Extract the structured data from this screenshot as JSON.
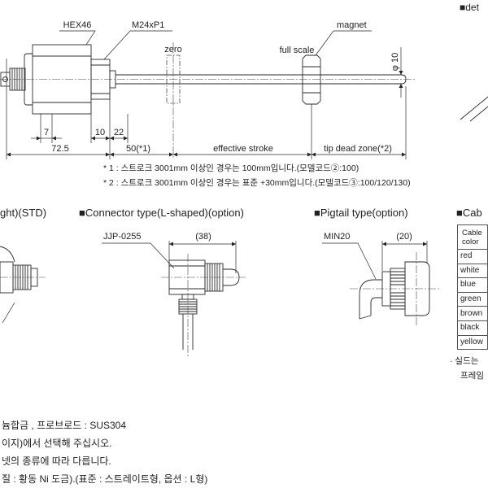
{
  "header": {
    "detail_heading": "■det"
  },
  "main_drawing": {
    "hex_label": "HEX46",
    "thread_label": "M24xP1",
    "zero_label": "zero",
    "full_scale_label": "full scale",
    "magnet_label": "magnet",
    "rod_diameter_label": "φ 10",
    "dim_7": "7",
    "dim_10": "10",
    "dim_22": "22",
    "dim_72_5": "72.5",
    "dim_50": "50(*1)",
    "dim_stroke": "effective stroke",
    "dim_tip": "tip dead zone(*2)"
  },
  "footnotes": [
    "* 1 : 스트로크 3001mm 이상인 경우는 100mm입니다.(모델코드②:100)",
    "* 2 : 스트로크 3001mm 이상인 경우는 표준 +30mm입니다.(모델코드③:100/120/130)"
  ],
  "straight_section": {
    "title": "ght)(STD)"
  },
  "connector_section": {
    "title": "■Connector type(L-shaped)(option)",
    "part_label": "JJP-0255",
    "length_label": "(38)"
  },
  "pigtail_section": {
    "title": "■Pigtail type(option)",
    "part_label": "MIN20",
    "length_label": "(20)"
  },
  "cable_table": {
    "title": "■Cab",
    "header": [
      "Cable",
      "color"
    ],
    "rows": [
      "red",
      "white",
      "blue",
      "green",
      "brown",
      "black",
      "yellow"
    ]
  },
  "side_notes": [
    "· 실드는",
    "프레임"
  ],
  "material_notes": [
    "늄합금 , 프로브로드 : SUS304",
    "이지)에서 선택해 주십시오.",
    "넷의 종류에 따라 다릅니다.",
    "질 : 황동 Ni 도금).(표준 : 스트레이트형, 옵션 : L형)"
  ]
}
